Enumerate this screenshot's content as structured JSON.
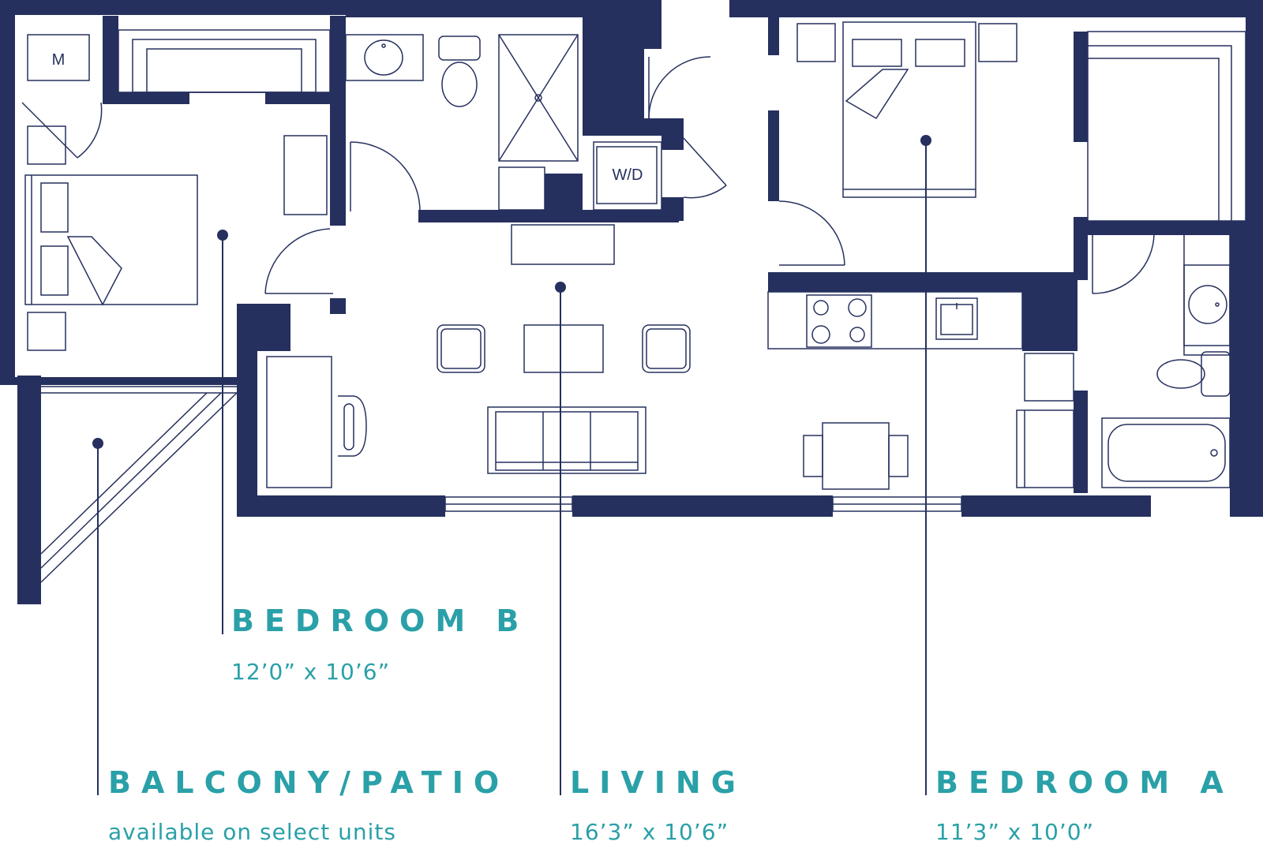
{
  "colors": {
    "wall": "#26305e",
    "line": "#26305e",
    "label": "#2aa0a8",
    "background": "#ffffff"
  },
  "fixtures": {
    "mechanical": "M",
    "washer_dryer": "W/D"
  },
  "rooms": {
    "bedroom_b": {
      "name": "BEDROOM B",
      "size": "12’0” x 10’6”"
    },
    "balcony": {
      "name": "BALCONY/PATIO",
      "note": "available on select units"
    },
    "living": {
      "name": "LIVING",
      "size": "16’3” x 10’6”"
    },
    "bedroom_a": {
      "name": "BEDROOM A",
      "size": "11’3” x 10’0”"
    }
  }
}
